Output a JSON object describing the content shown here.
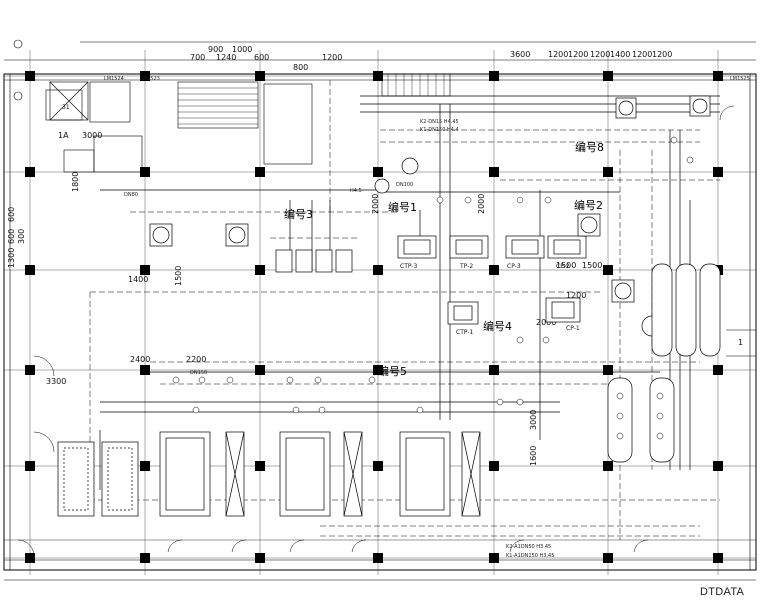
{
  "watermark": "DTDATA",
  "dimensions_top": [
    "900",
    "1000",
    "700",
    "1240",
    "600",
    "800",
    "1200",
    "3600",
    "1200",
    "1200",
    "1200",
    "1400",
    "1200",
    "1200"
  ],
  "dimensions_left": [
    "1800",
    "600",
    "600",
    "300",
    "1300",
    "3300"
  ],
  "dimensions_misc": [
    "3000",
    "1400",
    "2200",
    "2400",
    "1500",
    "2000",
    "3000",
    "2000",
    "1500",
    "1600",
    "1200",
    "1500",
    "2000"
  ],
  "tags": {
    "t1": "编号8",
    "t2": "编号1",
    "t3": "编号3",
    "t4": "编号2",
    "t5": "编号4",
    "t6": "编号5"
  },
  "equipment": {
    "ctp3": "CTP-3",
    "tp2": "TP-2",
    "cp3": "CP-3",
    "cp2": "CP-2",
    "tp1": "CTP-1",
    "cp1": "CP-1"
  },
  "room_markers": [
    "LM1523",
    "LM1524",
    "LM1525"
  ],
  "pipe_notes": [
    "K2-DN15 H4.45",
    "K1-DN150 H4.4",
    "K2-A1DN50 H3.45",
    "K1-A1DN150 H3.45",
    "DN150",
    "DN100",
    "DN80",
    "H4.5"
  ],
  "misc_marks": [
    "1A",
    "31",
    "1"
  ]
}
